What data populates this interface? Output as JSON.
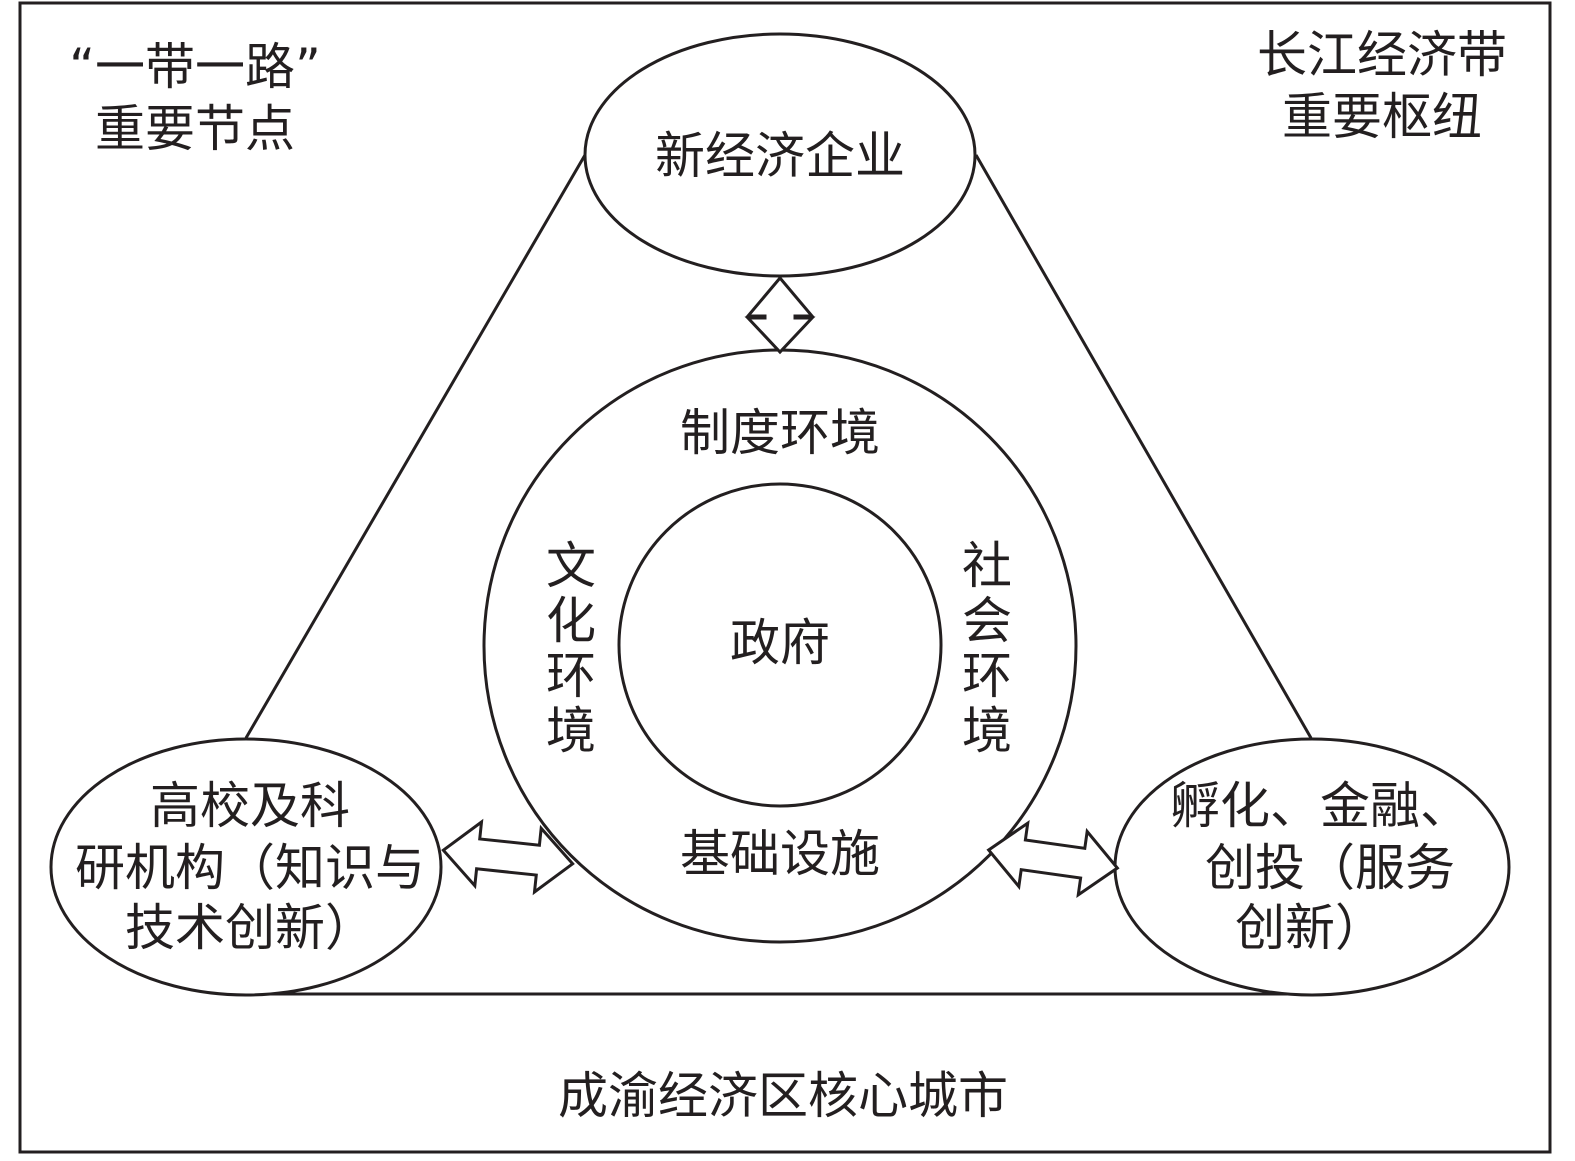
{
  "corners": {
    "top_left": [
      "“一带一路”",
      "重要节点"
    ],
    "top_right": [
      "长江经济带",
      "重要枢纽"
    ],
    "bottom": "成渝经济区核心城市"
  },
  "nodes": {
    "top": "新经济企业",
    "left": [
      "高校及科",
      "研机构（知识与",
      "技术创新）"
    ],
    "right": [
      "孵化、金融、",
      "创投（服务",
      "创新）"
    ]
  },
  "ring": {
    "top": "制度环境",
    "bottom": "基础设施",
    "left": [
      "文",
      "化",
      "环",
      "境"
    ],
    "right": [
      "社",
      "会",
      "环",
      "境"
    ]
  },
  "center": "政府"
}
